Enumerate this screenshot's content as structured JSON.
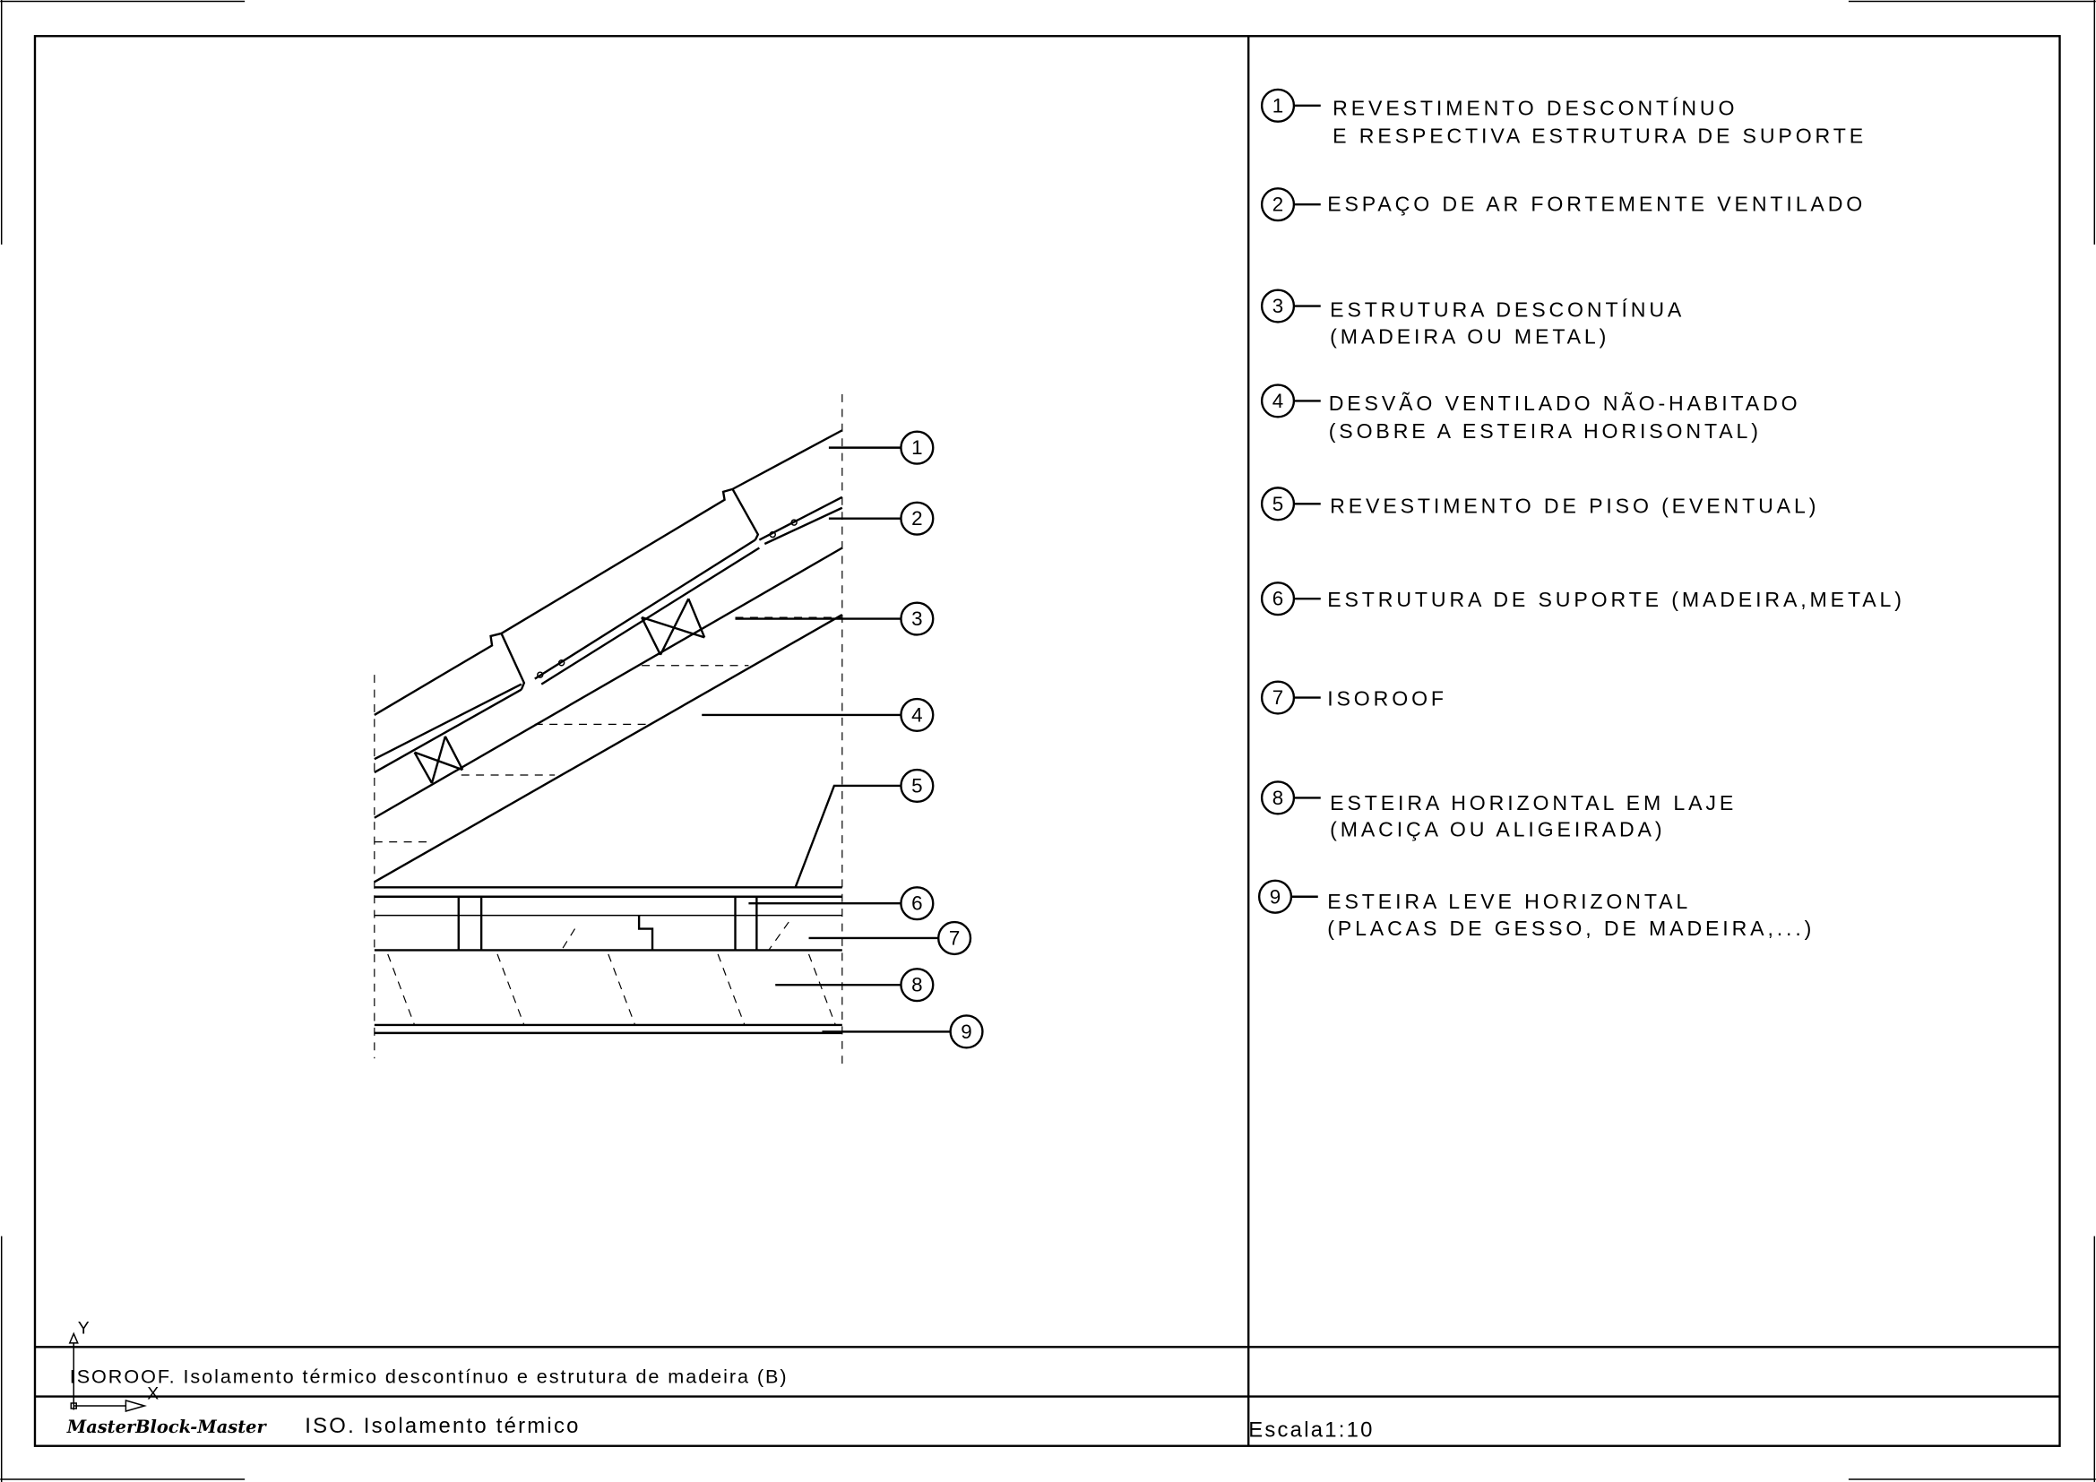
{
  "legend": [
    {
      "num": "1",
      "lines": [
        "REVESTIMENTO DESCONTÍNUO",
        "E RESPECTIVA ESTRUTURA DE SUPORTE"
      ]
    },
    {
      "num": "2",
      "lines": [
        "ESPAÇO DE AR FORTEMENTE VENTILADO"
      ]
    },
    {
      "num": "3",
      "lines": [
        "ESTRUTURA DESCONTÍNUA",
        "(MADEIRA OU METAL)"
      ]
    },
    {
      "num": "4",
      "lines": [
        "DESVÃO VENTILADO NÃO-HABITADO",
        "(SOBRE A ESTEIRA HORISONTAL)"
      ]
    },
    {
      "num": "5",
      "lines": [
        "REVESTIMENTO DE PISO (EVENTUAL)"
      ]
    },
    {
      "num": "6",
      "lines": [
        "ESTRUTURA DE SUPORTE (MADEIRA,METAL)"
      ]
    },
    {
      "num": "7",
      "lines": [
        "ISOROOF"
      ]
    },
    {
      "num": "8",
      "lines": [
        "ESTEIRA HORIZONTAL EM LAJE",
        "(MACIÇA OU ALIGEIRADA)"
      ]
    },
    {
      "num": "9",
      "lines": [
        "ESTEIRA LEVE HORIZONTAL",
        "(PLACAS DE GESSO, DE MADEIRA,...)"
      ]
    }
  ],
  "title_block": {
    "drawing_title": "ISOROOF. Isolamento térmico descontínuo e estrutura de madeira (B)",
    "brand": "MasterBlock-Master",
    "series_title": "ISO. Isolamento térmico",
    "scale": "Escala1:10"
  },
  "ucs": {
    "x": "X",
    "y": "Y"
  }
}
